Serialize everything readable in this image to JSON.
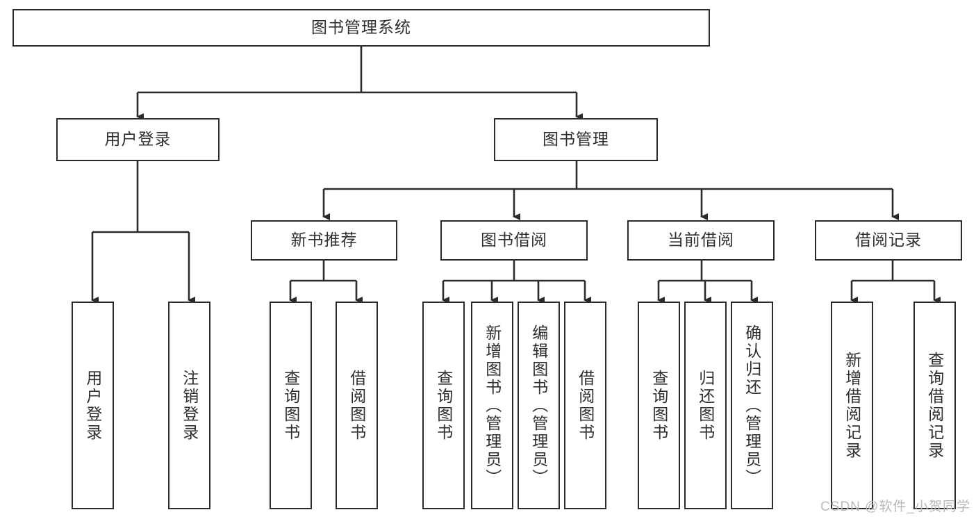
{
  "diagram": {
    "title": "图书管理系统",
    "type": "hierarchy-tree",
    "watermark": "CSDN @软件_小贺同学",
    "colors": {
      "box_border": "#2b2b2b",
      "box_fill": "#ffffff",
      "text": "#2e2e2e",
      "connector": "#2b2b2b",
      "watermark": "#b8b8b8",
      "background": "#ffffff"
    },
    "root": {
      "label": "图书管理系统"
    },
    "level2": [
      {
        "label": "用户登录"
      },
      {
        "label": "图书管理"
      }
    ],
    "level3": [
      {
        "label": "新书推荐"
      },
      {
        "label": "图书借阅"
      },
      {
        "label": "当前借阅"
      },
      {
        "label": "借阅记录"
      }
    ],
    "leaves": {
      "user_login": [
        {
          "label": "用户登录"
        },
        {
          "label": "注销登录"
        }
      ],
      "new_book_recommend": [
        {
          "label": "查询图书"
        },
        {
          "label": "借阅图书"
        }
      ],
      "book_borrow": [
        {
          "label": "查询图书"
        },
        {
          "label": "新增图书（管理员）"
        },
        {
          "label": "编辑图书（管理员）"
        },
        {
          "label": "借阅图书"
        }
      ],
      "current_borrow": [
        {
          "label": "查询图书"
        },
        {
          "label": "归还图书"
        },
        {
          "label": "确认归还（管理员）"
        }
      ],
      "borrow_record": [
        {
          "label": "新增借阅记录"
        },
        {
          "label": "查询借阅记录"
        }
      ]
    }
  }
}
